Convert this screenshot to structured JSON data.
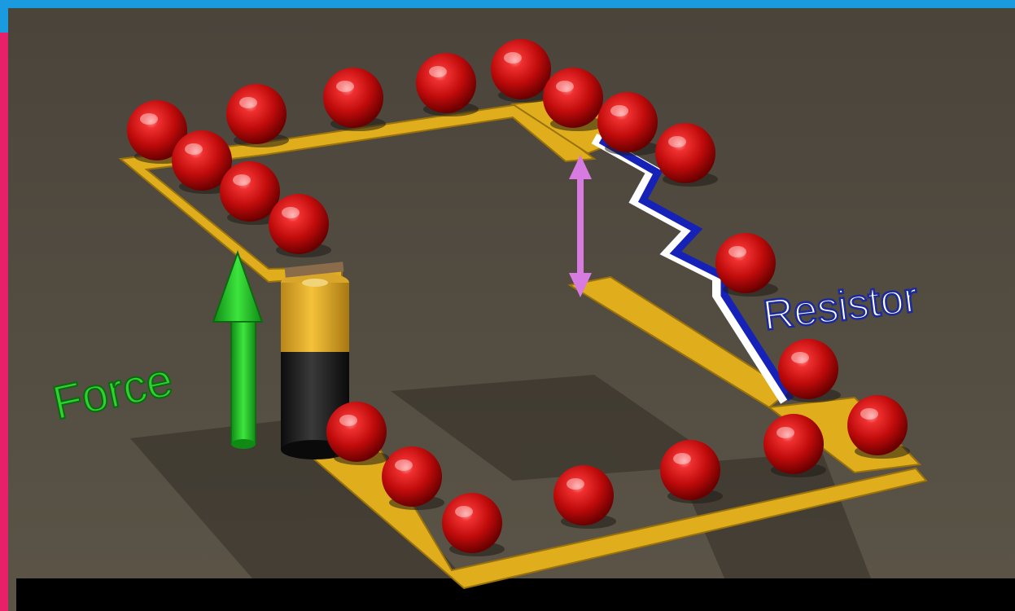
{
  "labels": {
    "force": "Force",
    "resistor": "Resistor"
  },
  "colors": {
    "frame_top": "#1a9be0",
    "frame_left": "#e8206a",
    "background": "#524b40",
    "wire": "#e0ae1c",
    "charge": "#c80f0f",
    "force_arrow": "#22c922",
    "voltage_arrow": "#d77be0",
    "resistor_zigzag": "#1621b8"
  },
  "icons": [
    "red-charge-sphere",
    "battery",
    "green-force-arrow",
    "pink-double-arrow",
    "zigzag-resistor"
  ]
}
